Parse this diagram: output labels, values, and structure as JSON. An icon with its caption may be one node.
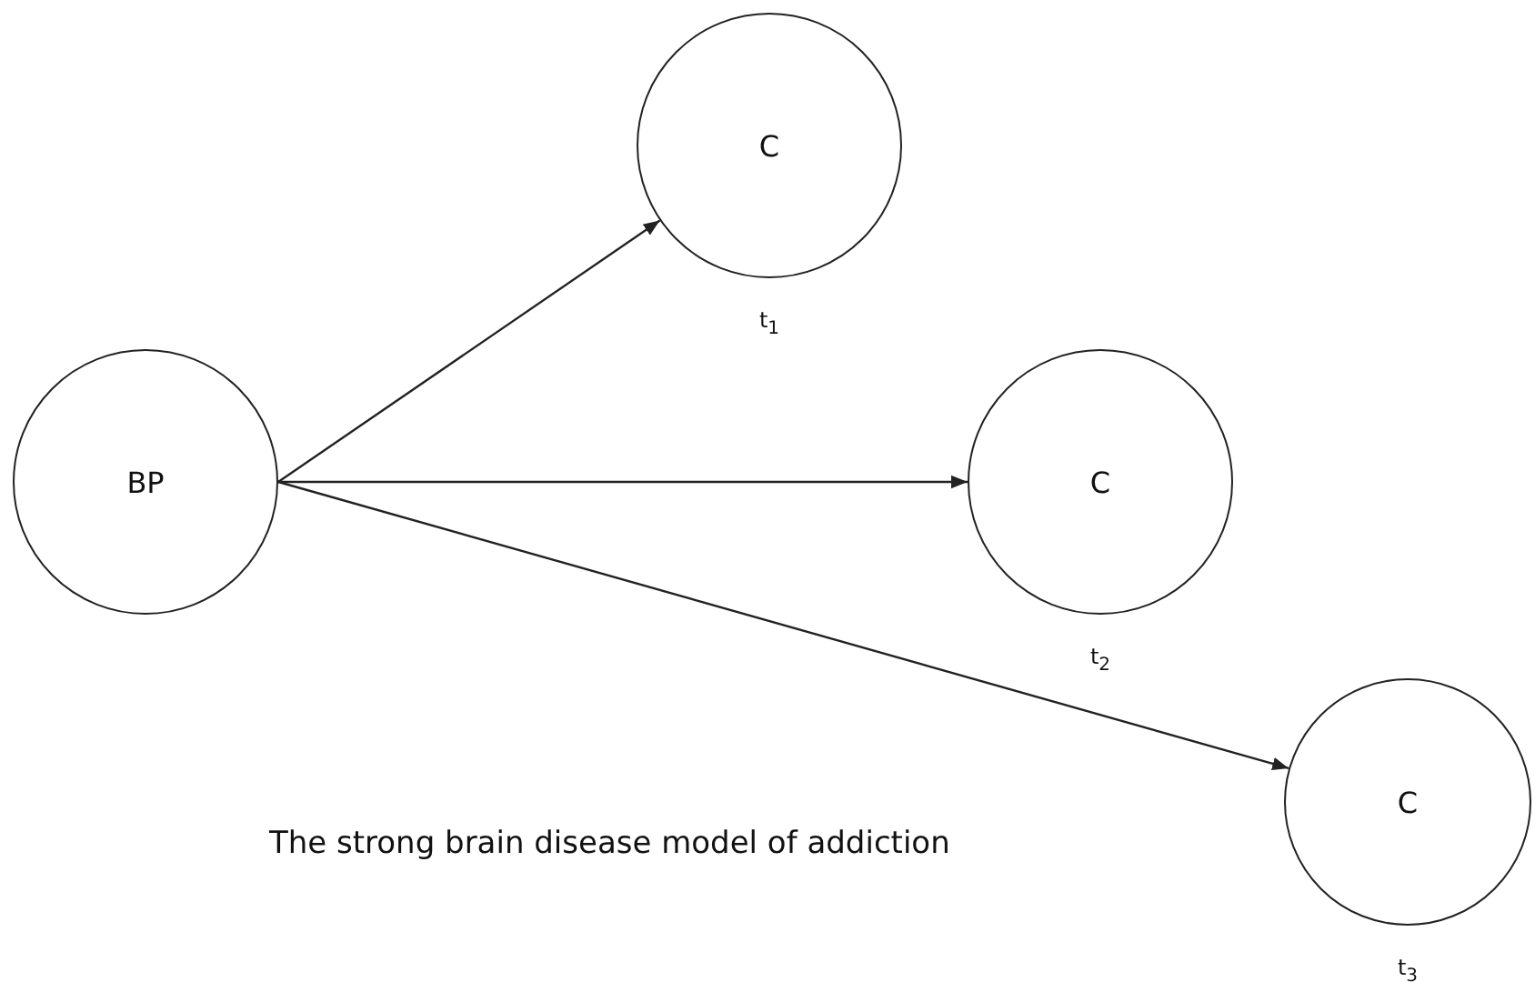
{
  "diagram": {
    "caption": "The strong brain disease model of addiction",
    "nodes": [
      {
        "text": [
          "BP"
        ]
      },
      {
        "text": [
          "C"
        ],
        "beside": [
          "t$_{1}$"
        ]
      },
      {
        "text": [
          "C"
        ],
        "beside": [
          "t$_{2}$"
        ]
      },
      {
        "text": [
          "C"
        ],
        "beside": [
          "t$_{3}$"
        ]
      }
    ],
    "edges": [
      {
        "from": 0,
        "to": 1,
        "arrow": "to"
      },
      {
        "from": 0,
        "to": 2,
        "arrow": "to"
      },
      {
        "from": 0,
        "to": 3,
        "arrow": "to"
      }
    ]
  }
}
